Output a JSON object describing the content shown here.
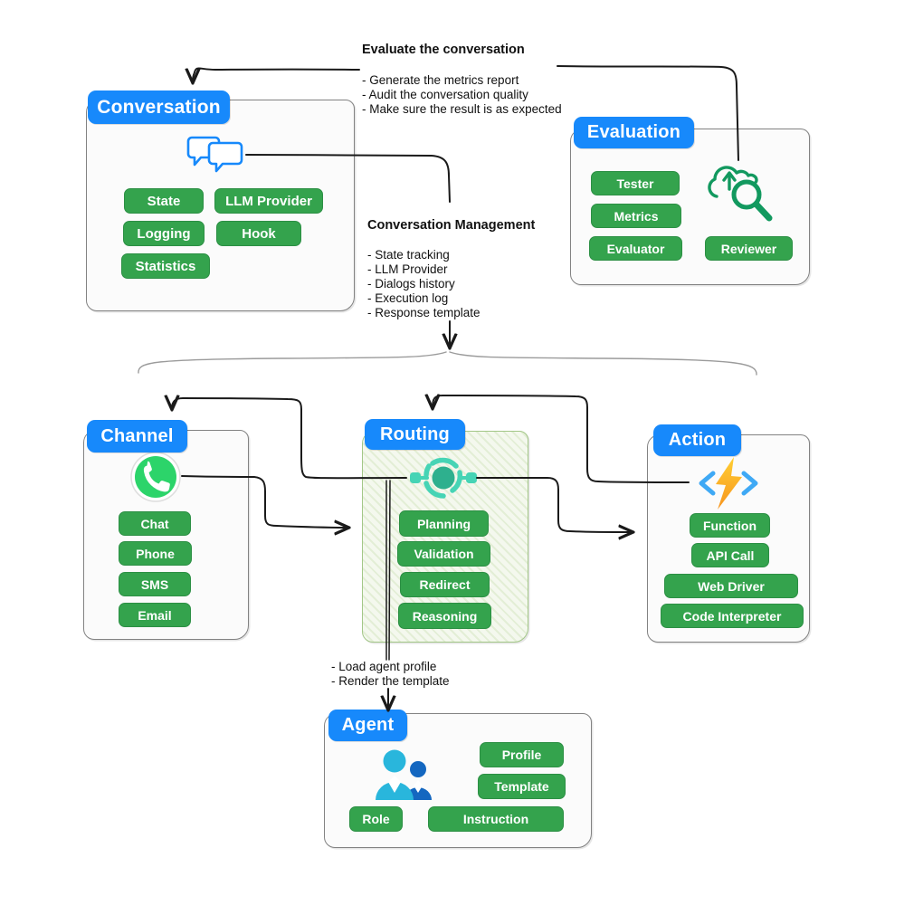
{
  "colors": {
    "badge_blue": "#1789FB",
    "pill_green": "#34A34D",
    "line_black": "#1a1a1a",
    "brace_gray": "#9b9b9b",
    "routing_panel_bg": "#f4f8ee",
    "routing_panel_border": "#a3c788",
    "panel_border": "#828282",
    "whatsapp_green": "#2CD46A",
    "routing_teal": "#46D4B5",
    "routing_teal_dark": "#2EB08E",
    "eval_icon_green": "#12995F",
    "agent_blue_light": "#29B6DC",
    "agent_blue_dark": "#1467C0",
    "bracket_blue": "#3FA9F5",
    "bolt_yellow": "#FFCF33",
    "bolt_orange": "#F7941E"
  },
  "panels": [
    {
      "id": "conversation",
      "title": "Conversation",
      "icon": "chat-bubbles-icon",
      "items": [
        "State",
        "LLM Provider",
        "Logging",
        "Hook",
        "Statistics"
      ]
    },
    {
      "id": "evaluation",
      "title": "Evaluation",
      "icon": "cloud-search-icon",
      "items": [
        "Tester",
        "Metrics",
        "Evaluator",
        "Reviewer"
      ]
    },
    {
      "id": "channel",
      "title": "Channel",
      "icon": "whatsapp-icon",
      "items": [
        "Chat",
        "Phone",
        "SMS",
        "Email"
      ]
    },
    {
      "id": "routing",
      "title": "Routing",
      "icon": "router-hub-icon",
      "items": [
        "Planning",
        "Validation",
        "Redirect",
        "Reasoning"
      ]
    },
    {
      "id": "action",
      "title": "Action",
      "icon": "function-bolt-icon",
      "items": [
        "Function",
        "API Call",
        "Web Driver",
        "Code Interpreter"
      ]
    },
    {
      "id": "agent",
      "title": "Agent",
      "icon": "people-icon",
      "items": [
        "Profile",
        "Template",
        "Role",
        "Instruction"
      ]
    }
  ],
  "annotations": {
    "evaluate": {
      "heading": "Evaluate the conversation",
      "lines": [
        "- Generate the metrics report",
        "- Audit the conversation quality",
        "- Make sure the result is as expected"
      ]
    },
    "management": {
      "heading": "Conversation Management",
      "lines": [
        "- State tracking",
        "- LLM Provider",
        "- Dialogs history",
        "- Execution log",
        "- Response template"
      ]
    },
    "agent_load": {
      "lines": [
        "- Load agent profile",
        "- Render the template"
      ]
    }
  }
}
